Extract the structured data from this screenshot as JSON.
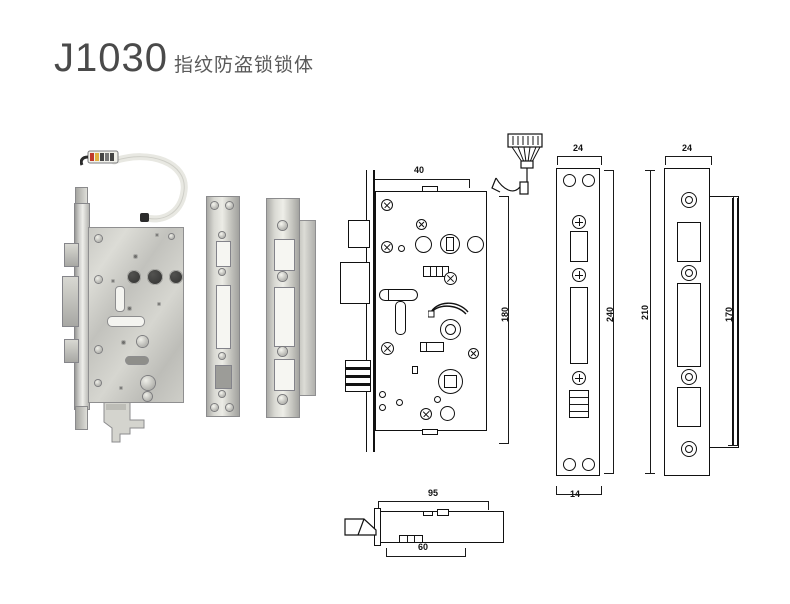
{
  "title": {
    "model": "J1030",
    "description": "指纹防盗锁锁体"
  },
  "figures": {
    "photo_lock_body": "fingerprint-lock-body-photo",
    "photo_faceplate": "lock-faceplate-photo",
    "photo_strike_plate": "lock-strike-plate-photo",
    "drawing_lock_body": "lock-body-technical-drawing",
    "drawing_faceplate": "faceplate-technical-drawing",
    "drawing_strike_plate": "strike-plate-technical-drawing",
    "drawing_side_view": "lock-body-side-view-drawing"
  },
  "dimensions": {
    "backset": "40",
    "body_height": "180",
    "faceplate_width_top": "24",
    "faceplate_height": "240",
    "faceplate_thickness": "14",
    "strike_width_top": "24",
    "strike_height": "210",
    "strike_inner_height": "170",
    "side_total_length": "95",
    "side_partial_length": "60"
  },
  "colors": {
    "line": "#111111",
    "title_model": "#4a4a4a",
    "title_desc": "#5a5a5a",
    "background": "#ffffff"
  }
}
